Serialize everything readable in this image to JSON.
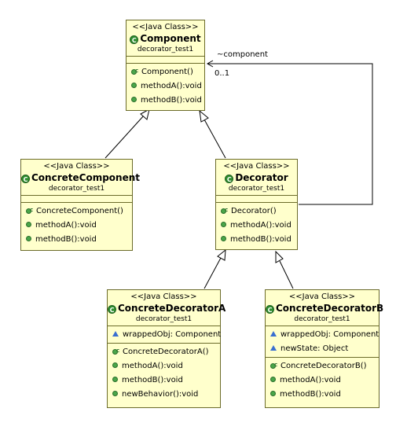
{
  "classes": {
    "component": {
      "stereotype": "<<Java Class>>",
      "name": "Component",
      "package": "decorator_test1",
      "fields": [],
      "ops": [
        {
          "kind": "ctor",
          "text": "Component()"
        },
        {
          "kind": "method",
          "text": "methodA():void"
        },
        {
          "kind": "method",
          "text": "methodB():void"
        }
      ]
    },
    "concrete_component": {
      "stereotype": "<<Java Class>>",
      "name": "ConcreteComponent",
      "package": "decorator_test1",
      "fields": [],
      "ops": [
        {
          "kind": "ctor",
          "text": "ConcreteComponent()"
        },
        {
          "kind": "method",
          "text": "methodA():void"
        },
        {
          "kind": "method",
          "text": "methodB():void"
        }
      ]
    },
    "decorator": {
      "stereotype": "<<Java Class>>",
      "name": "Decorator",
      "package": "decorator_test1",
      "fields": [],
      "ops": [
        {
          "kind": "ctor",
          "text": "Decorator()"
        },
        {
          "kind": "method",
          "text": "methodA():void"
        },
        {
          "kind": "method",
          "text": "methodB():void"
        }
      ]
    },
    "concrete_decorator_a": {
      "stereotype": "<<Java Class>>",
      "name": "ConcreteDecoratorA",
      "package": "decorator_test1",
      "fields": [
        {
          "text": "wrappedObj: Component"
        }
      ],
      "ops": [
        {
          "kind": "ctor",
          "text": "ConcreteDecoratorA()"
        },
        {
          "kind": "method",
          "text": "methodA():void"
        },
        {
          "kind": "method",
          "text": "methodB():void"
        },
        {
          "kind": "method",
          "text": "newBehavior():void"
        }
      ]
    },
    "concrete_decorator_b": {
      "stereotype": "<<Java Class>>",
      "name": "ConcreteDecoratorB",
      "package": "decorator_test1",
      "fields": [
        {
          "text": "wrappedObj: Component"
        },
        {
          "text": "newState: Object"
        }
      ],
      "ops": [
        {
          "kind": "ctor",
          "text": "ConcreteDecoratorB()"
        },
        {
          "kind": "method",
          "text": "methodA():void"
        },
        {
          "kind": "method",
          "text": "methodB():void"
        }
      ]
    }
  },
  "association": {
    "role": "~component",
    "multiplicity": "0..1"
  },
  "colors": {
    "class_fill": "#ffffcc",
    "class_border": "#6b6b2a",
    "method_icon": "#4aa64a",
    "field_icon": "#3a6fd0"
  }
}
